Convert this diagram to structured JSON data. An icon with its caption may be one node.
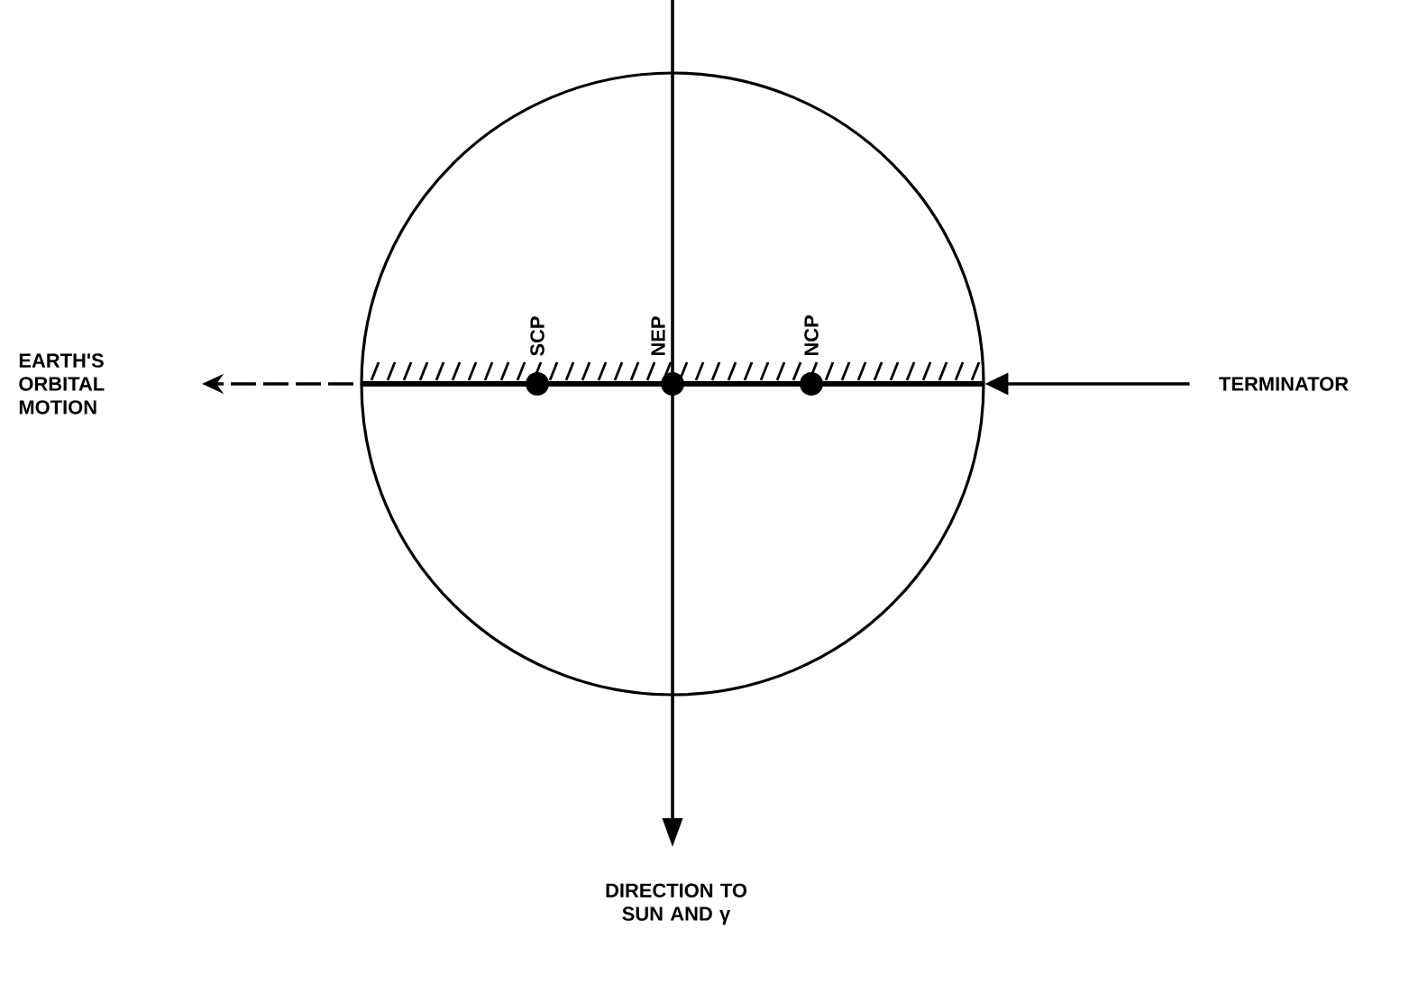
{
  "diagram": {
    "nodes": [
      {
        "text": [
          "TERMINATOR"
        ]
      },
      {
        "text": [],
        "shape": "bar"
      },
      {
        "text": [],
        "shape": "circle",
        "beside": [
          "SCP"
        ]
      },
      {
        "text": [],
        "shape": "circle",
        "beside": [
          "NEP"
        ]
      },
      {
        "text": [],
        "shape": "circle",
        "beside": [
          "NCP"
        ]
      }
    ],
    "edges": [
      {
        "from": 0,
        "to": 1,
        "arrow": "to"
      }
    ],
    "labels": [
      "EARTH'S ORBITAL MOTION",
      "DIRECTION TO SUN AND γ"
    ]
  }
}
